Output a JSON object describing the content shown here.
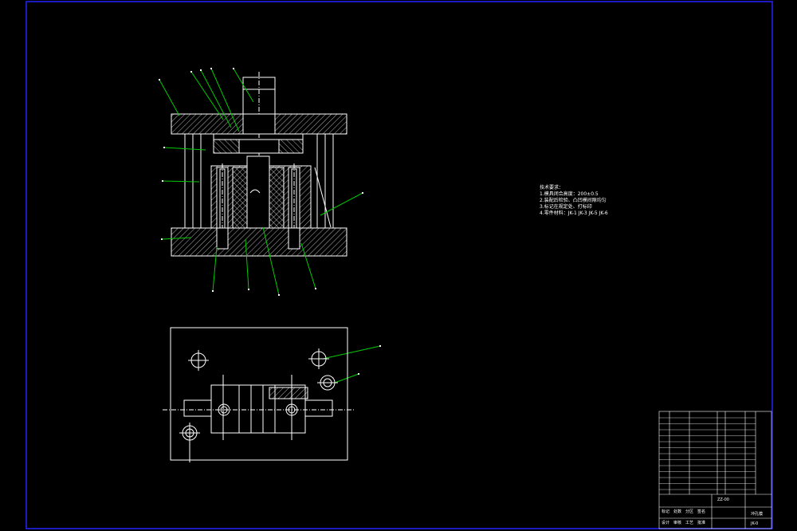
{
  "colors": {
    "background": "#000000",
    "drawing": "#ffffff",
    "leader": "#00cc00",
    "frame": "#2222ff",
    "centerline": "#ffffff"
  },
  "notes": {
    "heading": "技术要求：",
    "items": [
      "1.模具闭合高度：200±0.5",
      "2.装配后检验、凸凹模间隙均匀",
      "3.标记在规定处、打标印",
      "4.零件材料：JK-1 JK-3 JK-5 JK-6"
    ]
  },
  "title_block": {
    "drawing_no": "ZZ-00",
    "name": "冲孔模",
    "sheet": "JK-0",
    "labels": [
      "标记",
      "处数",
      "分区",
      "签名",
      "设计",
      "审核",
      "工艺",
      "批准"
    ]
  }
}
